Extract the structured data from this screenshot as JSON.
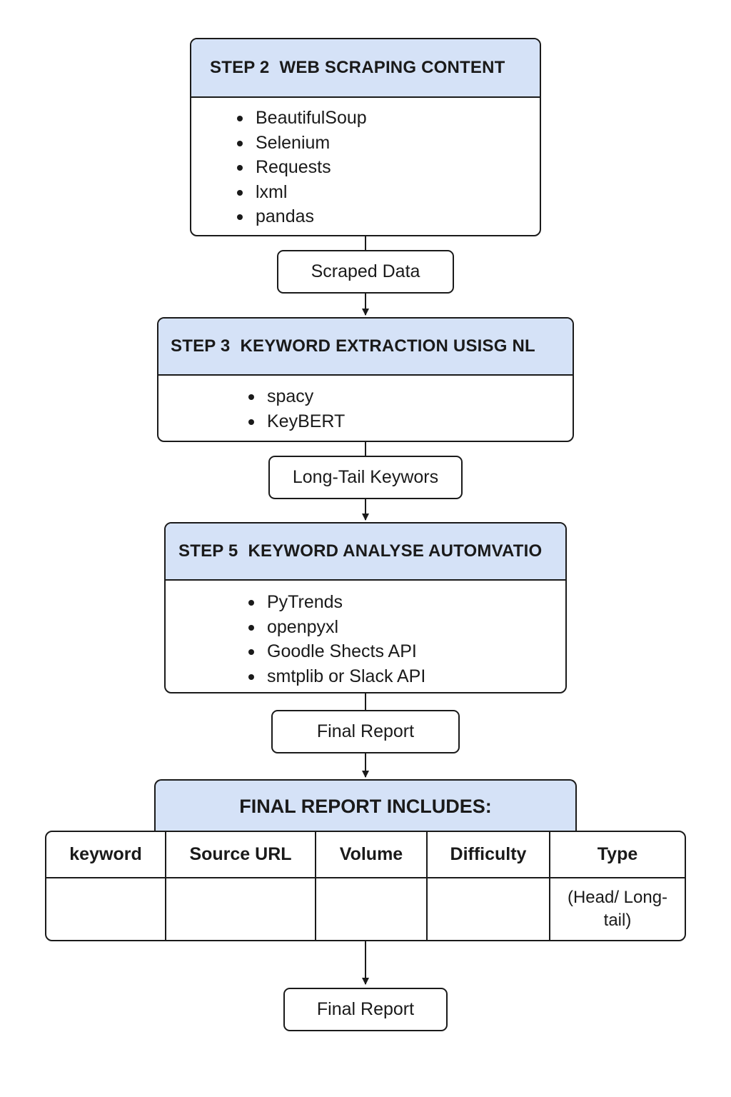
{
  "step2": {
    "number": "STEP 2",
    "title": "WEB SCRAPING CONTENT",
    "items": [
      "BeautifulSoup",
      "Selenium",
      "Requests",
      "lxml",
      "pandas"
    ]
  },
  "connector1_label": "Scraped Data",
  "step3": {
    "number": "STEP 3",
    "title": "KEYWORD EXTRACTION USISG NL",
    "items": [
      "spacy",
      "KeyBERT"
    ]
  },
  "connector2_label": "Long-Tail Keywors",
  "step5": {
    "number": "STEP 5",
    "title": "KEYWORD ANALYSE AUTOMVATIO",
    "items": [
      "PyTrends",
      "openpyxl",
      "Goodle Shects API",
      "smtplib or Slack API"
    ]
  },
  "connector3_label": "Final Report",
  "report": {
    "title": "FINAL REPORT INCLUDES:",
    "columns": [
      "keyword",
      "Source URL",
      "Volume",
      "Difficulty",
      "Type"
    ],
    "row": [
      "",
      "",
      "",
      "",
      "(Head/ Long-tail)"
    ]
  },
  "final_label": "Final Report",
  "colors": {
    "header_fill": "#d5e2f7",
    "stroke": "#1a1a1a"
  }
}
